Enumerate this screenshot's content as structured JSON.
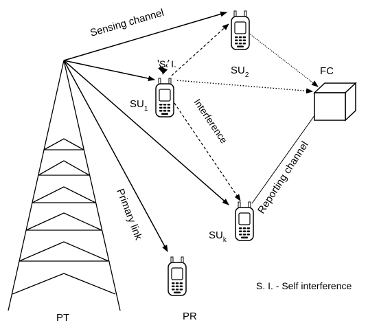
{
  "labels": {
    "sensing_channel": "Sensing channel",
    "self_interference_short": "S. I.",
    "interference": "Interference",
    "reporting_channel": "Reporting channel",
    "primary_link": "Primary link",
    "fusion_center": "FC",
    "primary_transmitter": "PT",
    "primary_receiver": "PR",
    "legend": "S. I. - Self interference"
  },
  "nodes": {
    "su1": {
      "base": "SU",
      "sub": "1"
    },
    "su2": {
      "base": "SU",
      "sub": "2"
    },
    "suk": {
      "base": "SU",
      "sub": "k"
    }
  },
  "icons": [
    "tower-icon",
    "phone-icon",
    "fusion-center-box-icon"
  ]
}
